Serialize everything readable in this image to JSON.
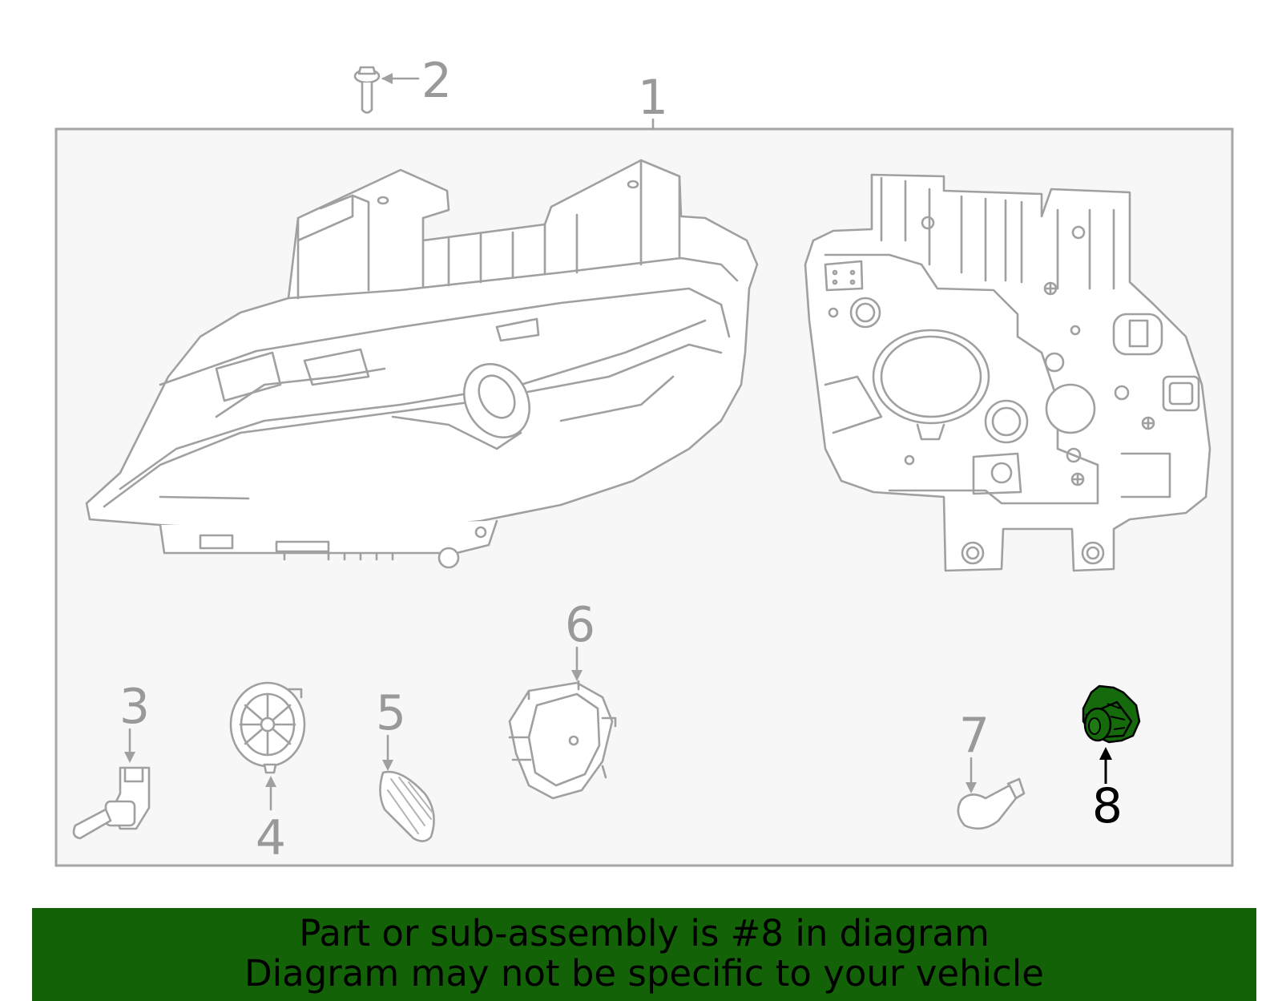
{
  "callouts": [
    {
      "id": "1",
      "label": "1",
      "highlighted": false
    },
    {
      "id": "2",
      "label": "2",
      "highlighted": false
    },
    {
      "id": "3",
      "label": "3",
      "highlighted": false
    },
    {
      "id": "4",
      "label": "4",
      "highlighted": false
    },
    {
      "id": "5",
      "label": "5",
      "highlighted": false
    },
    {
      "id": "6",
      "label": "6",
      "highlighted": false
    },
    {
      "id": "7",
      "label": "7",
      "highlighted": false
    },
    {
      "id": "8",
      "label": "8",
      "highlighted": true
    }
  ],
  "banner": {
    "line1": "Part or sub-assembly is #8 in diagram",
    "line2": "Diagram may not be specific to your vehicle"
  },
  "colors": {
    "banner_bg": "#136207",
    "highlight_part": "#156a0c",
    "line": "#a0a0a0",
    "panel_bg": "#f7f7f7"
  }
}
